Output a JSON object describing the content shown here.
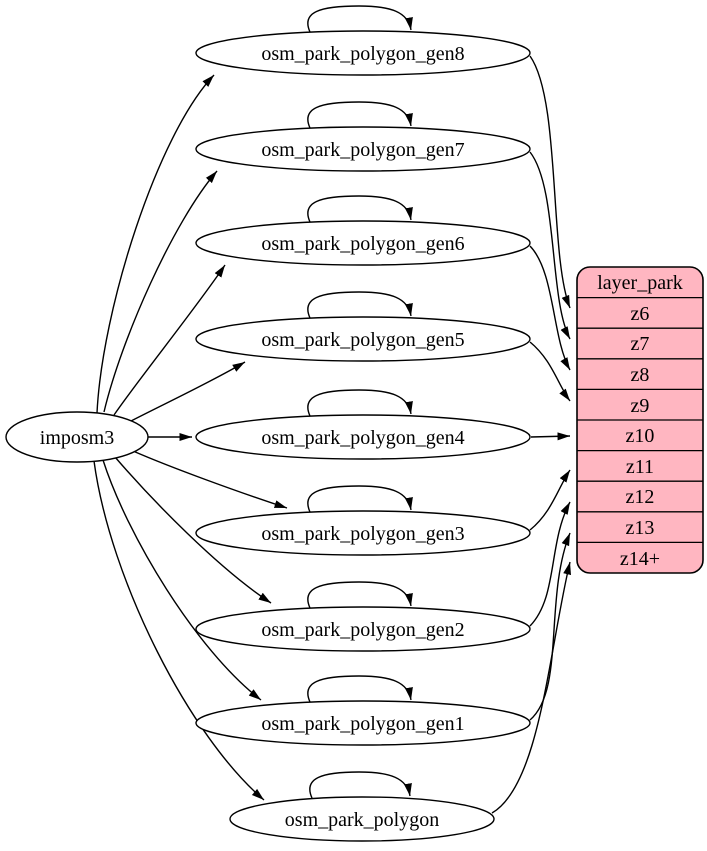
{
  "nodes": {
    "source": {
      "label": "imposm3"
    },
    "tables": [
      {
        "label": "osm_park_polygon_gen8"
      },
      {
        "label": "osm_park_polygon_gen7"
      },
      {
        "label": "osm_park_polygon_gen6"
      },
      {
        "label": "osm_park_polygon_gen5"
      },
      {
        "label": "osm_park_polygon_gen4"
      },
      {
        "label": "osm_park_polygon_gen3"
      },
      {
        "label": "osm_park_polygon_gen2"
      },
      {
        "label": "osm_park_polygon_gen1"
      },
      {
        "label": "osm_park_polygon"
      }
    ],
    "layer": {
      "header": "layer_park",
      "zoom_rows": [
        "z6",
        "z7",
        "z8",
        "z9",
        "z10",
        "z11",
        "z12",
        "z13",
        "z14+"
      ]
    }
  },
  "edges": {
    "from_source": [
      {
        "from": "imposm3",
        "to": "osm_park_polygon_gen8"
      },
      {
        "from": "imposm3",
        "to": "osm_park_polygon_gen7"
      },
      {
        "from": "imposm3",
        "to": "osm_park_polygon_gen6"
      },
      {
        "from": "imposm3",
        "to": "osm_park_polygon_gen5"
      },
      {
        "from": "imposm3",
        "to": "osm_park_polygon_gen4"
      },
      {
        "from": "imposm3",
        "to": "osm_park_polygon_gen3"
      },
      {
        "from": "imposm3",
        "to": "osm_park_polygon_gen2"
      },
      {
        "from": "imposm3",
        "to": "osm_park_polygon_gen1"
      },
      {
        "from": "imposm3",
        "to": "osm_park_polygon"
      }
    ],
    "self_loops": [
      "osm_park_polygon_gen8",
      "osm_park_polygon_gen7",
      "osm_park_polygon_gen6",
      "osm_park_polygon_gen5",
      "osm_park_polygon_gen4",
      "osm_park_polygon_gen3",
      "osm_park_polygon_gen2",
      "osm_park_polygon_gen1",
      "osm_park_polygon"
    ],
    "to_layer_rows": [
      {
        "from": "osm_park_polygon_gen8",
        "to": "z6"
      },
      {
        "from": "osm_park_polygon_gen7",
        "to": "z7"
      },
      {
        "from": "osm_park_polygon_gen6",
        "to": "z8"
      },
      {
        "from": "osm_park_polygon_gen5",
        "to": "z9"
      },
      {
        "from": "osm_park_polygon_gen4",
        "to": "z10"
      },
      {
        "from": "osm_park_polygon_gen3",
        "to": "z11"
      },
      {
        "from": "osm_park_polygon_gen2",
        "to": "z12"
      },
      {
        "from": "osm_park_polygon_gen1",
        "to": "z13"
      },
      {
        "from": "osm_park_polygon",
        "to": "z14+"
      }
    ]
  },
  "colors": {
    "layer_fill": "#ffb6c1",
    "stroke": "#000000",
    "background": "#ffffff"
  }
}
